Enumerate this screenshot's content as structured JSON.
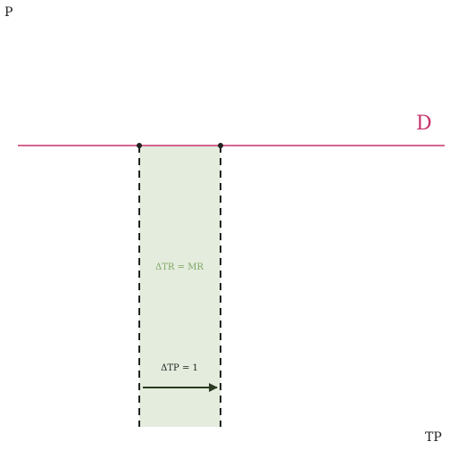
{
  "labels": {
    "y_axis": "P",
    "x_axis": "TP",
    "demand": "D",
    "area": "ΔTR = MR",
    "step": "ΔTP = 1"
  },
  "colors": {
    "demand": "#c8336b",
    "area_fill": "#e4ecdd",
    "area_text": "#7fa865",
    "dashes": "#222222",
    "arrow": "#2a3a22",
    "axis_text": "#222222"
  }
}
